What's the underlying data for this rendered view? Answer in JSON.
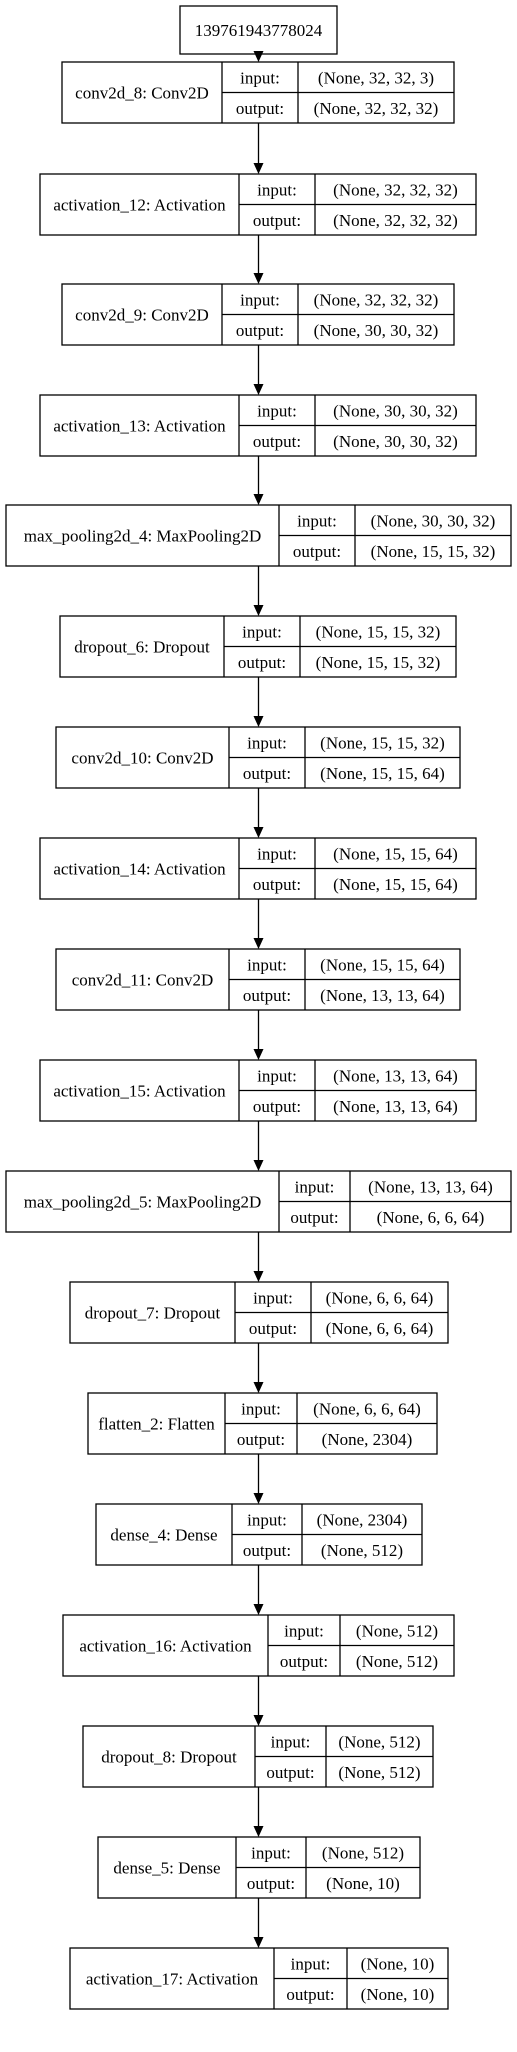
{
  "root": "139761943778024",
  "in_label": "input:",
  "out_label": "output:",
  "layers": [
    {
      "name": "conv2d_8: Conv2D",
      "input": "(None, 32, 32, 3)",
      "output": "(None, 32, 32, 32)"
    },
    {
      "name": "activation_12: Activation",
      "input": "(None, 32, 32, 32)",
      "output": "(None, 32, 32, 32)"
    },
    {
      "name": "conv2d_9: Conv2D",
      "input": "(None, 32, 32, 32)",
      "output": "(None, 30, 30, 32)"
    },
    {
      "name": "activation_13: Activation",
      "input": "(None, 30, 30, 32)",
      "output": "(None, 30, 30, 32)"
    },
    {
      "name": "max_pooling2d_4: MaxPooling2D",
      "input": "(None, 30, 30, 32)",
      "output": "(None, 15, 15, 32)"
    },
    {
      "name": "dropout_6: Dropout",
      "input": "(None, 15, 15, 32)",
      "output": "(None, 15, 15, 32)"
    },
    {
      "name": "conv2d_10: Conv2D",
      "input": "(None, 15, 15, 32)",
      "output": "(None, 15, 15, 64)"
    },
    {
      "name": "activation_14: Activation",
      "input": "(None, 15, 15, 64)",
      "output": "(None, 15, 15, 64)"
    },
    {
      "name": "conv2d_11: Conv2D",
      "input": "(None, 15, 15, 64)",
      "output": "(None, 13, 13, 64)"
    },
    {
      "name": "activation_15: Activation",
      "input": "(None, 13, 13, 64)",
      "output": "(None, 13, 13, 64)"
    },
    {
      "name": "max_pooling2d_5: MaxPooling2D",
      "input": "(None, 13, 13, 64)",
      "output": "(None, 6, 6, 64)"
    },
    {
      "name": "dropout_7: Dropout",
      "input": "(None, 6, 6, 64)",
      "output": "(None, 6, 6, 64)"
    },
    {
      "name": "flatten_2: Flatten",
      "input": "(None, 6, 6, 64)",
      "output": "(None, 2304)"
    },
    {
      "name": "dense_4: Dense",
      "input": "(None, 2304)",
      "output": "(None, 512)"
    },
    {
      "name": "activation_16: Activation",
      "input": "(None, 512)",
      "output": "(None, 512)"
    },
    {
      "name": "dropout_8: Dropout",
      "input": "(None, 512)",
      "output": "(None, 512)"
    },
    {
      "name": "dense_5: Dense",
      "input": "(None, 512)",
      "output": "(None, 10)"
    },
    {
      "name": "activation_17: Activation",
      "input": "(None, 10)",
      "output": "(None, 10)"
    }
  ]
}
